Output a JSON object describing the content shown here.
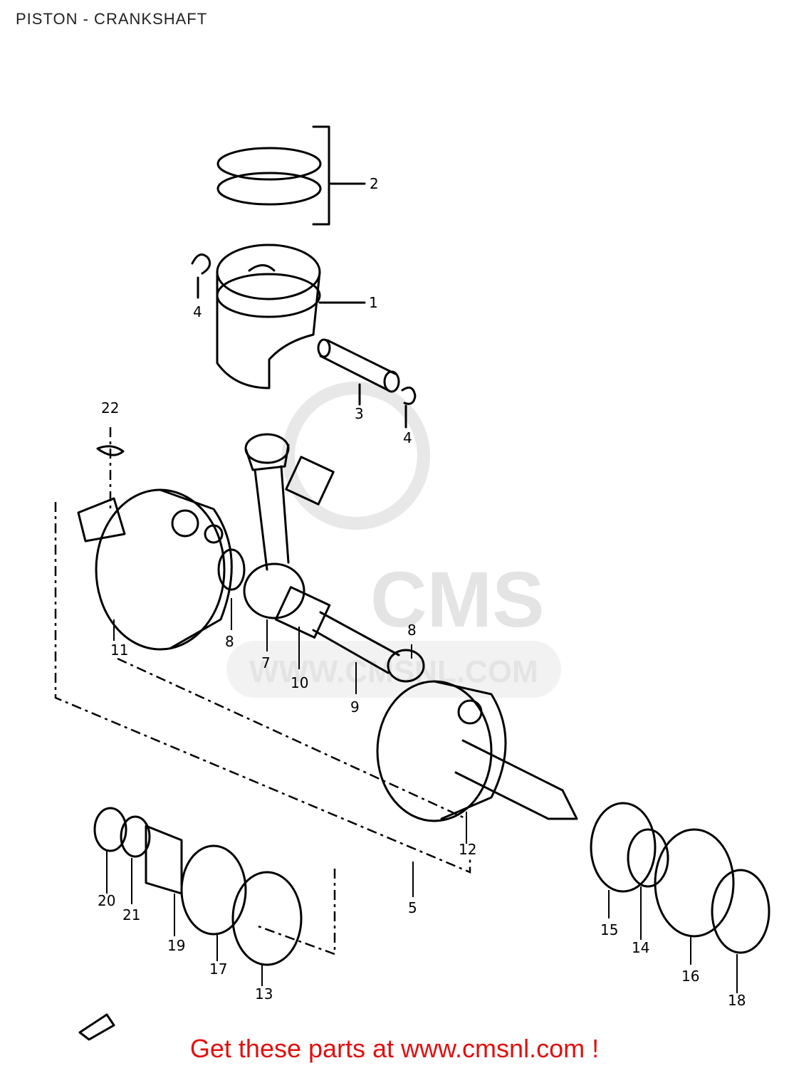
{
  "title": "PISTON - CRANKSHAFT",
  "cta": "Get these parts at www.cmsnl.com !",
  "watermark": {
    "brand": "CMS",
    "url": "WWW.CMSNL.COM"
  },
  "parts": [
    {
      "label": "1"
    },
    {
      "label": "2"
    },
    {
      "label": "3"
    },
    {
      "label": "4"
    },
    {
      "label": "4"
    },
    {
      "label": "22"
    },
    {
      "label": "11"
    },
    {
      "label": "8"
    },
    {
      "label": "7"
    },
    {
      "label": "10"
    },
    {
      "label": "8"
    },
    {
      "label": "9"
    },
    {
      "label": "12"
    },
    {
      "label": "5"
    },
    {
      "label": "20"
    },
    {
      "label": "21"
    },
    {
      "label": "19"
    },
    {
      "label": "17"
    },
    {
      "label": "13"
    },
    {
      "label": "15"
    },
    {
      "label": "14"
    },
    {
      "label": "16"
    },
    {
      "label": "18"
    }
  ],
  "colors": {
    "cta": "#e01010",
    "line": "#000000",
    "watermark": "#e4e4e4"
  }
}
